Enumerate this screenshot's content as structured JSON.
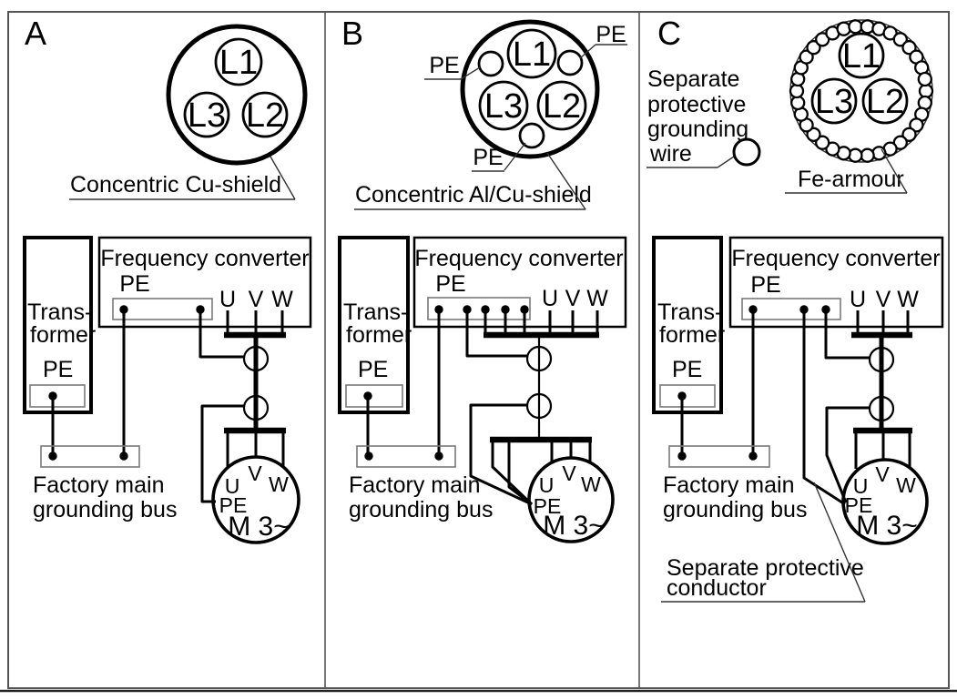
{
  "panels": {
    "a": {
      "letter": "A",
      "cable": {
        "core_l1": "L1",
        "core_l2": "L2",
        "core_l3": "L3",
        "shield_label": "Concentric Cu-shield"
      },
      "transformer": {
        "name_line1": "Trans-",
        "name_line2": "former",
        "pe_label": "PE"
      },
      "converter": {
        "title": "Frequency converter",
        "pe_label": "PE",
        "terminal_u": "U",
        "terminal_v": "V",
        "terminal_w": "W"
      },
      "grounding_bus": {
        "label_line1": "Factory main",
        "label_line2": "grounding bus"
      },
      "motor": {
        "terminal_u": "U",
        "terminal_v": "V",
        "terminal_w": "W",
        "terminal_pe": "PE",
        "label": "M 3~"
      }
    },
    "b": {
      "letter": "B",
      "cable": {
        "core_l1": "L1",
        "core_l2": "L2",
        "core_l3": "L3",
        "pe_label_left": "PE",
        "pe_label_right": "PE",
        "pe_label_bottom": "PE",
        "shield_label": "Concentric Al/Cu-shield"
      },
      "transformer": {
        "name_line1": "Trans-",
        "name_line2": "former",
        "pe_label": "PE"
      },
      "converter": {
        "title": "Frequency converter",
        "pe_label": "PE",
        "terminal_u": "U",
        "terminal_v": "V",
        "terminal_w": "W"
      },
      "grounding_bus": {
        "label_line1": "Factory main",
        "label_line2": "grounding bus"
      },
      "motor": {
        "terminal_u": "U",
        "terminal_v": "V",
        "terminal_w": "W",
        "terminal_pe": "PE",
        "label": "M 3~"
      }
    },
    "c": {
      "letter": "C",
      "cable": {
        "core_l1": "L1",
        "core_l2": "L2",
        "core_l3": "L3",
        "armour_label": "Fe-armour"
      },
      "grounding_wire_note": {
        "line1": "Separate",
        "line2": "protective",
        "line3": "grounding",
        "line4": "wire"
      },
      "separate_conductor_note": {
        "line1": "Separate protective",
        "line2": "conductor"
      },
      "transformer": {
        "name_line1": "Trans-",
        "name_line2": "former",
        "pe_label": "PE"
      },
      "converter": {
        "title": "Frequency converter",
        "pe_label": "PE",
        "terminal_u": "U",
        "terminal_v": "V",
        "terminal_w": "W"
      },
      "grounding_bus": {
        "label_line1": "Factory main",
        "label_line2": "grounding bus"
      },
      "motor": {
        "terminal_u": "U",
        "terminal_v": "V",
        "terminal_w": "W",
        "terminal_pe": "PE",
        "label": "M 3~"
      }
    }
  }
}
